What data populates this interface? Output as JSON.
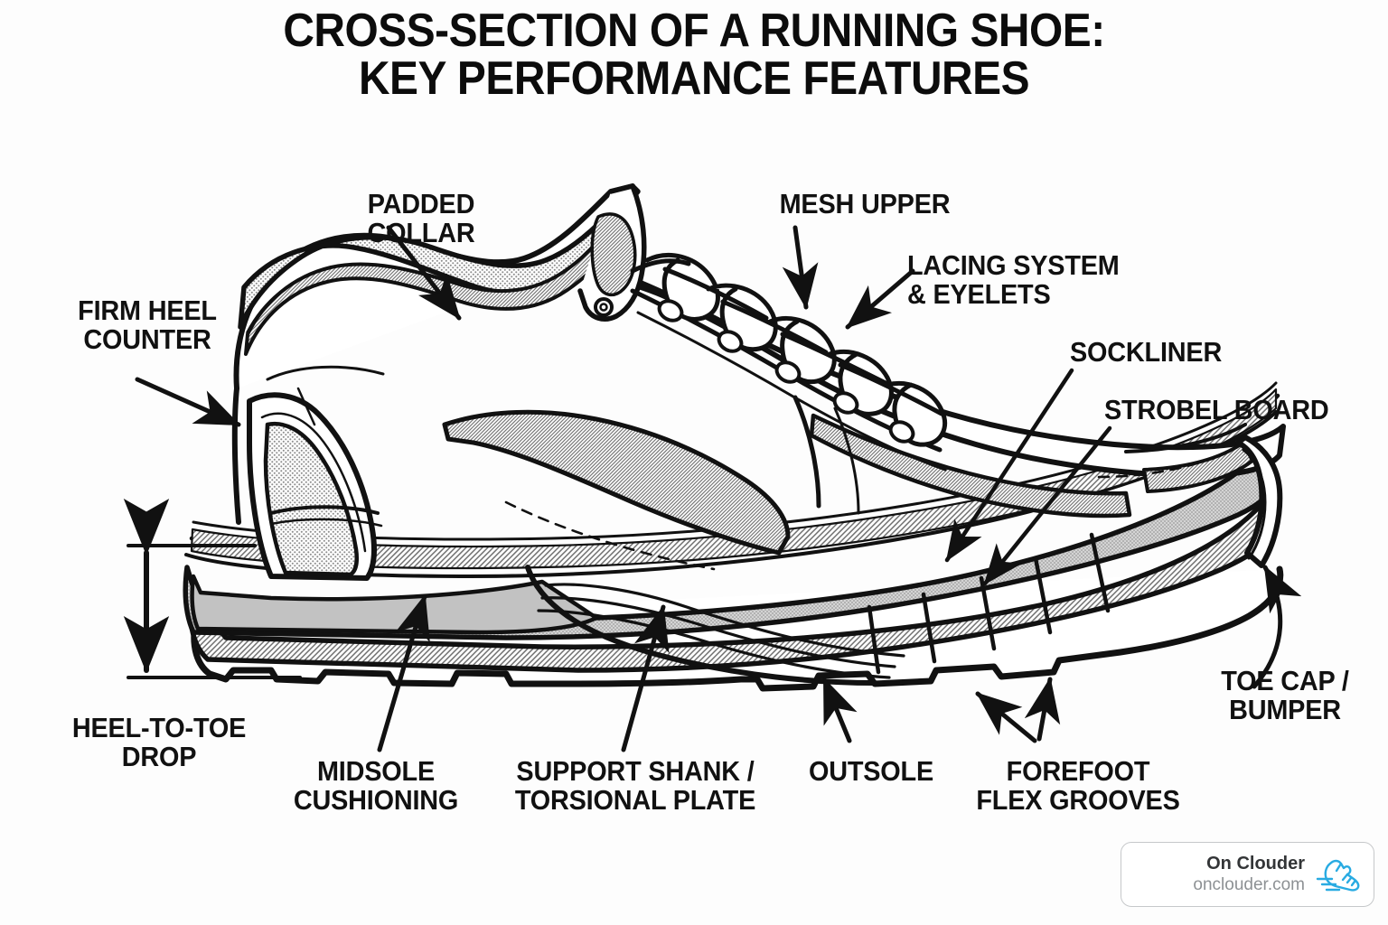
{
  "title": {
    "line1": "CROSS-SECTION OF A RUNNING SHOE:",
    "line2": "KEY PERFORMANCE FEATURES"
  },
  "labels": {
    "padded_collar": "PADDED COLLAR",
    "mesh_upper": "MESH UPPER",
    "lacing_system": "LACING SYSTEM\n& EYELETS",
    "sockliner": "SOCKLINER",
    "strobel_board": "STROBEL BOARD",
    "firm_heel_counter": "FIRM HEEL\nCOUNTER",
    "heel_to_toe_drop": "HEEL-TO-TOE\nDROP",
    "midsole_cushioning": "MIDSOLE\nCUSHIONING",
    "support_shank": "SUPPORT SHANK /\nTORSIONAL PLATE",
    "outsole": "OUTSOLE",
    "forefoot_flex_grooves": "FOREFOOT\nFLEX GROOVES",
    "toe_cap_bumper": "TOE CAP /\nBUMPER"
  },
  "badge": {
    "name": "On Clouder",
    "url": "onclouder.com",
    "icon": "running-shoe-icon",
    "accent_color": "#29abe2",
    "border_color": "#c6c8ca"
  },
  "colors": {
    "background": "#fdfdfd",
    "ink": "#111111",
    "midsole_gray": "#c9c9c9",
    "panel_gray": "#e4e4e4"
  },
  "diagram": {
    "name": "running-shoe-cross-section",
    "view": "lateral side profile, toe pointing right",
    "parts": [
      "padded collar",
      "mesh upper",
      "lacing system & eyelets",
      "sockliner",
      "strobel board",
      "firm heel counter",
      "midsole cushioning",
      "support shank / torsional plate",
      "outsole",
      "forefoot flex grooves",
      "toe cap / bumper",
      "heel-to-toe drop dimension"
    ]
  }
}
